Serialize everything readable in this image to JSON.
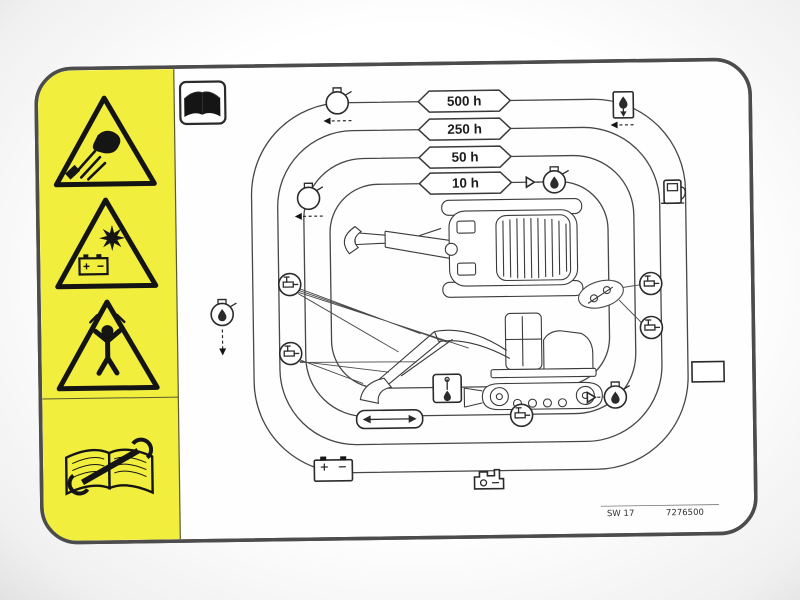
{
  "colors": {
    "warning_panel_yellow": "#f1ee3e",
    "sticker_border_gray": "#4c4c4c",
    "line_dark": "#2b2b2b",
    "background_white": "#ffffff"
  },
  "service_intervals": {
    "labels": [
      "500 h",
      "250 h",
      "50 h",
      "10 h"
    ]
  },
  "footer": {
    "revision": "SW 17",
    "part_number": "7276500"
  },
  "symbols": {
    "warnings": [
      "high-pressure-fluid-injection",
      "battery-explosion",
      "crush-hazard"
    ],
    "manual": [
      "read-operators-manual",
      "wrench-and-manual"
    ],
    "maintenance_icons": [
      "grease-pump",
      "oil-can",
      "lubrication-point",
      "oil-filter",
      "fuel-refill",
      "battery",
      "engine",
      "track-tension",
      "oil-level-check",
      "oil-drain",
      "spare-box"
    ]
  }
}
